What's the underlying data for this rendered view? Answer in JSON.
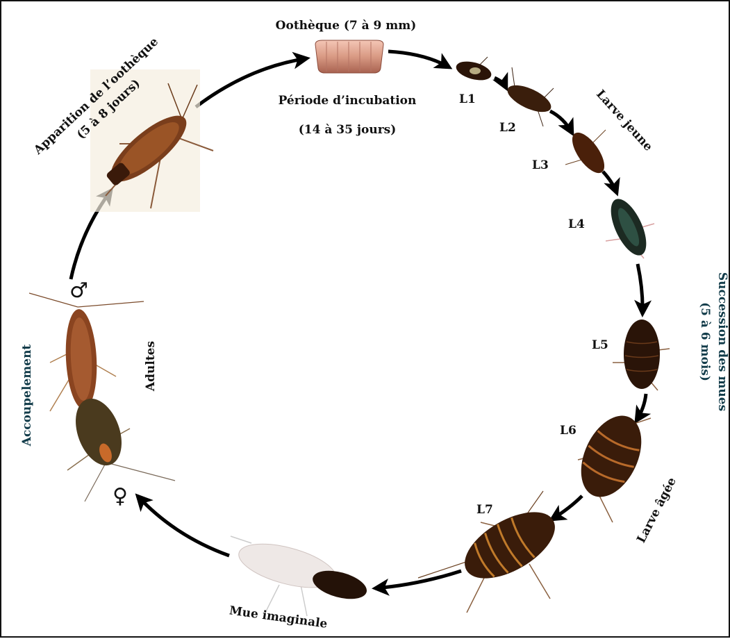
{
  "labels": {
    "ootheque": "Oothèque (7 à 9 mm)",
    "incubation_period": "Période d’incubation",
    "incubation_days": "(14 à 35 jours)",
    "apparition_line1": "Apparition de l’oothèque",
    "apparition_line2": "(5 à 8 jours)",
    "larve_jeune": "Larve jeune",
    "succession_line1": "Succession des mues",
    "succession_line2": "(5 à 6 mois)",
    "larve_agee": "Larve âgée",
    "mue_imaginale": "Mue imaginale",
    "adultes": "Adultes",
    "accouplement": "Accoupelement",
    "male_symbol": "♂",
    "female_symbol": "♀",
    "stages": [
      "L1",
      "L2",
      "L3",
      "L4",
      "L5",
      "L6",
      "L7"
    ]
  },
  "colors": {
    "cockroach_body": "#5a2a10",
    "cockroach_wing": "#a0522d",
    "nymph_dark": "#2a1408",
    "ootheque": "#d99a84",
    "nymph_pale": "#eee8e6",
    "arrow": "#000000"
  }
}
